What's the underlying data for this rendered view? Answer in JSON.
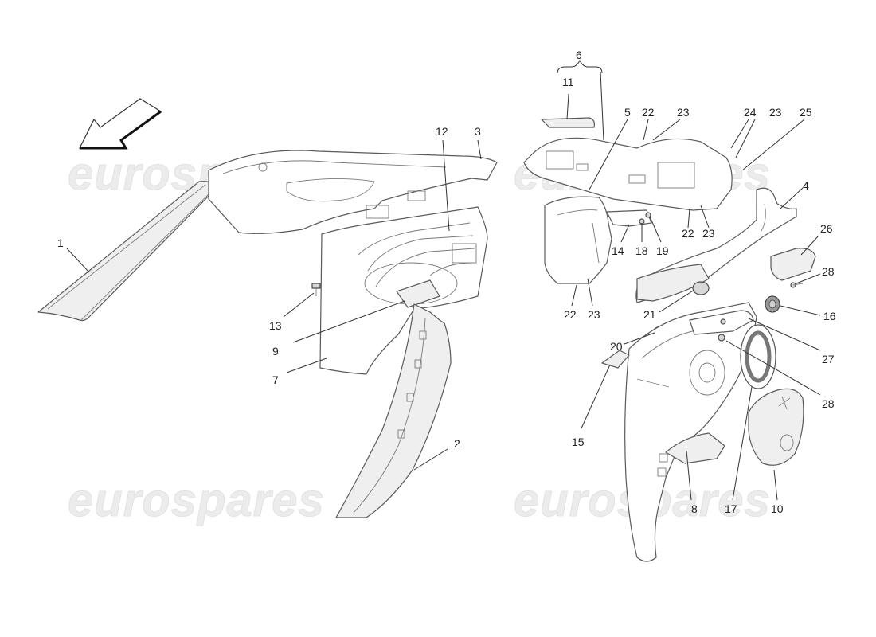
{
  "watermark": "eurospares",
  "callouts": [
    {
      "id": "1",
      "text": "1"
    },
    {
      "id": "2",
      "text": "2"
    },
    {
      "id": "3",
      "text": "3"
    },
    {
      "id": "4",
      "text": "4"
    },
    {
      "id": "5",
      "text": "5"
    },
    {
      "id": "6",
      "text": "6"
    },
    {
      "id": "7",
      "text": "7"
    },
    {
      "id": "8",
      "text": "8"
    },
    {
      "id": "9",
      "text": "9"
    },
    {
      "id": "10",
      "text": "10"
    },
    {
      "id": "11",
      "text": "11"
    },
    {
      "id": "12",
      "text": "12"
    },
    {
      "id": "13",
      "text": "13"
    },
    {
      "id": "14",
      "text": "14"
    },
    {
      "id": "15",
      "text": "15"
    },
    {
      "id": "16",
      "text": "16"
    },
    {
      "id": "17",
      "text": "17"
    },
    {
      "id": "18",
      "text": "18"
    },
    {
      "id": "19",
      "text": "19"
    },
    {
      "id": "20",
      "text": "20"
    },
    {
      "id": "21",
      "text": "21"
    },
    {
      "id": "22a",
      "text": "22"
    },
    {
      "id": "22b",
      "text": "22"
    },
    {
      "id": "22c",
      "text": "22"
    },
    {
      "id": "23a",
      "text": "23"
    },
    {
      "id": "23b",
      "text": "23"
    },
    {
      "id": "23c",
      "text": "23"
    },
    {
      "id": "23d",
      "text": "23"
    },
    {
      "id": "24",
      "text": "24"
    },
    {
      "id": "25",
      "text": "25"
    },
    {
      "id": "26",
      "text": "26"
    },
    {
      "id": "27",
      "text": "27"
    },
    {
      "id": "28a",
      "text": "28"
    },
    {
      "id": "28b",
      "text": "28"
    }
  ]
}
